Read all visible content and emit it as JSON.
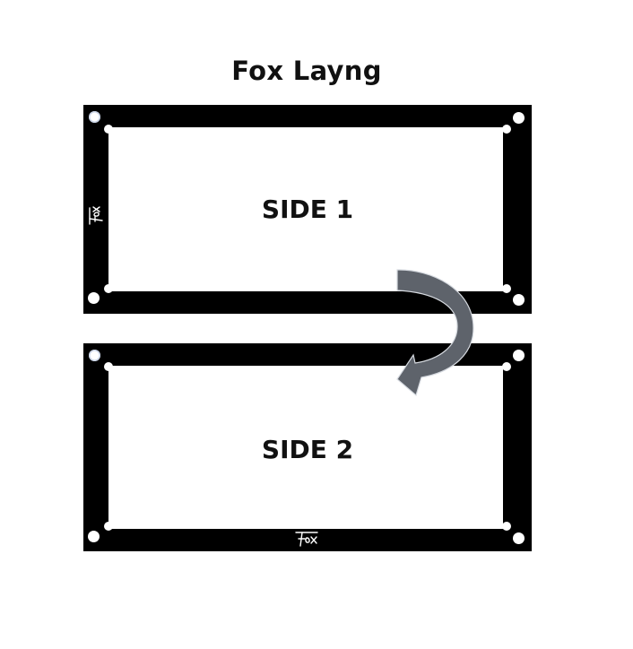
{
  "title": "Fox Layng",
  "side1": {
    "label": "SIDE 1",
    "logo_icon": "fox-signature-logo-icon",
    "logo_text": "Fox"
  },
  "side2": {
    "label": "SIDE 2",
    "logo_icon": "fox-signature-logo-icon",
    "logo_text": "Fox"
  },
  "flip_arrow": {
    "icon": "curved-flip-arrow-icon",
    "color": "#5e636b"
  },
  "colors": {
    "frame": "#000000",
    "background": "#ffffff"
  }
}
